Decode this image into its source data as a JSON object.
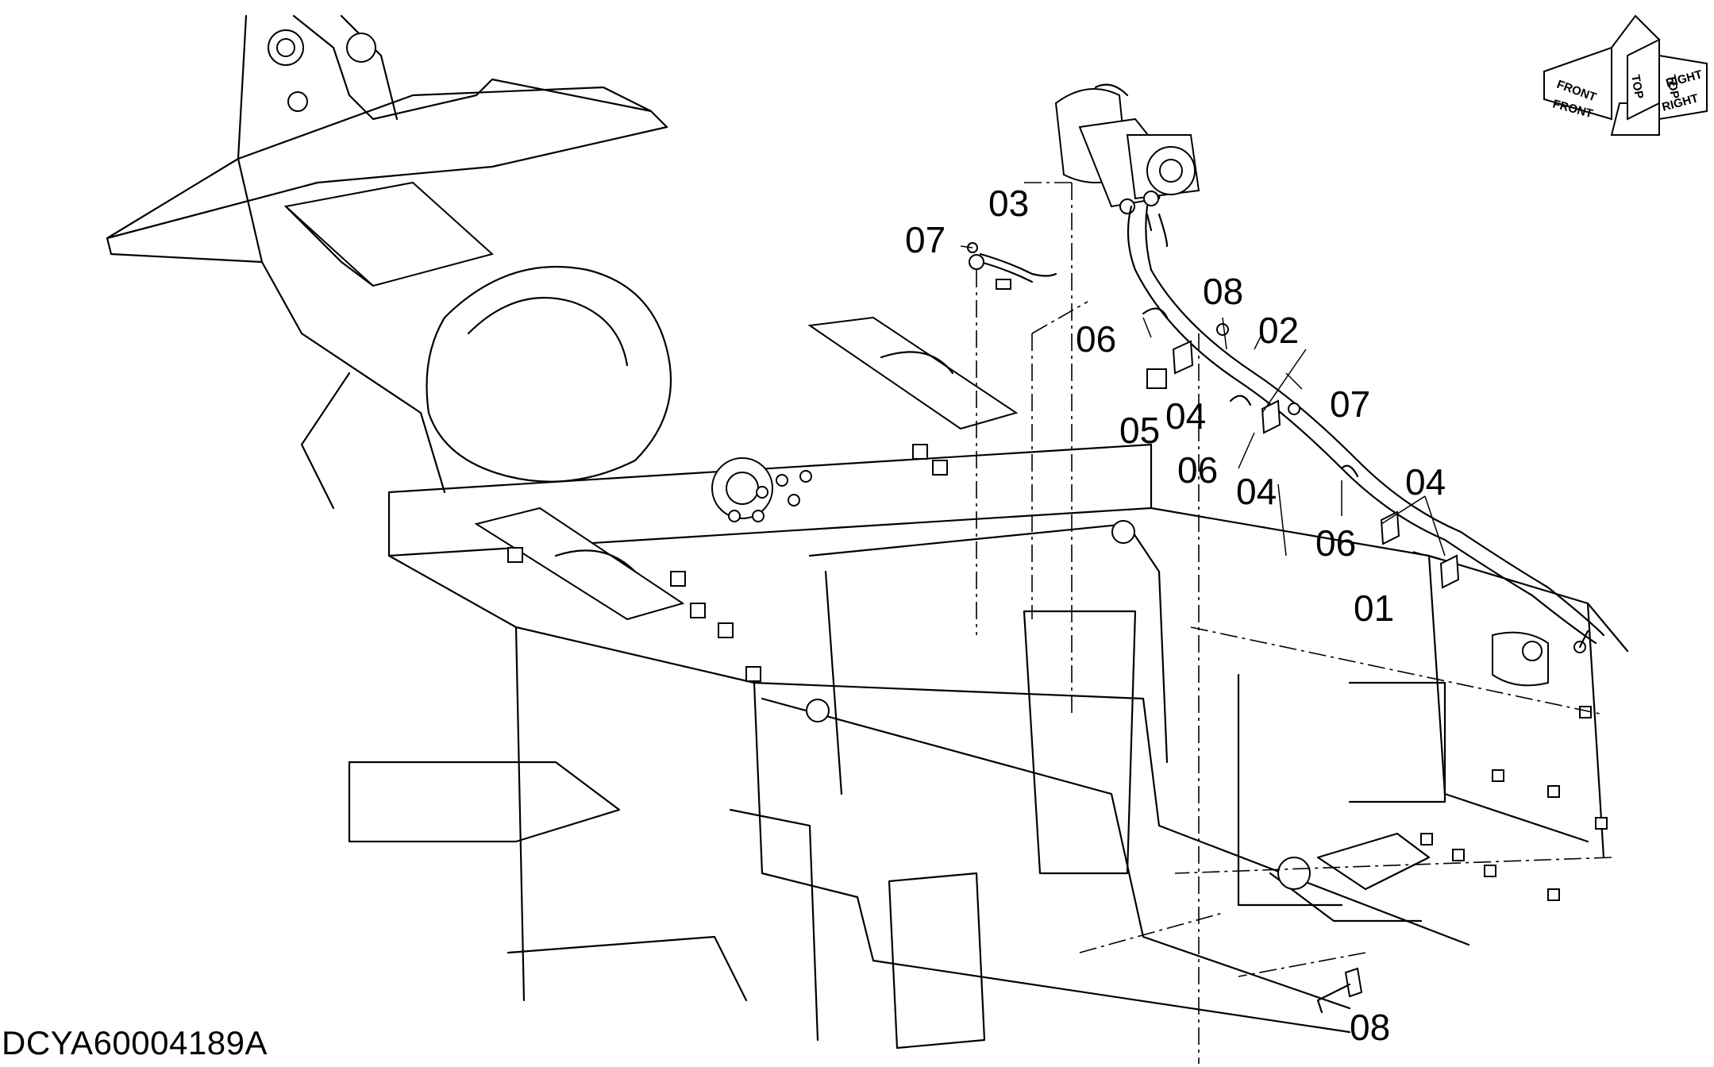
{
  "diagram_id": "DCYA60004189A",
  "orientation_indicator": {
    "labels": [
      "FRONT",
      "TOP",
      "TOP",
      "RIGHT",
      "FRONT",
      "RIGHT"
    ]
  },
  "callouts": [
    {
      "id": "c-07a",
      "text": "07"
    },
    {
      "id": "c-03",
      "text": "03"
    },
    {
      "id": "c-08a",
      "text": "08"
    },
    {
      "id": "c-02",
      "text": "02"
    },
    {
      "id": "c-06a",
      "text": "06"
    },
    {
      "id": "c-05",
      "text": "05"
    },
    {
      "id": "c-04a",
      "text": "04"
    },
    {
      "id": "c-07b",
      "text": "07"
    },
    {
      "id": "c-06b",
      "text": "06"
    },
    {
      "id": "c-04b",
      "text": "04"
    },
    {
      "id": "c-04c",
      "text": "04"
    },
    {
      "id": "c-06c",
      "text": "06"
    },
    {
      "id": "c-01",
      "text": "01"
    },
    {
      "id": "c-08b",
      "text": "08"
    }
  ]
}
